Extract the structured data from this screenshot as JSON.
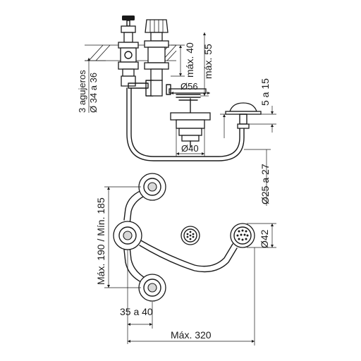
{
  "labels": {
    "holes_line1": "3 agujeros",
    "holes_line2": "Ø 34 a 36",
    "max40": "máx. 40",
    "max55": "máx. 55",
    "d56": "Ø56",
    "d40": "Ø40",
    "r5a15": "5 a 15",
    "d25a27": "Ø25 a 27",
    "d42": "Ø42",
    "max190min185": "Máx. 190 / Mín. 185",
    "r35a40": "35 a 40",
    "max320": "Máx. 320"
  }
}
